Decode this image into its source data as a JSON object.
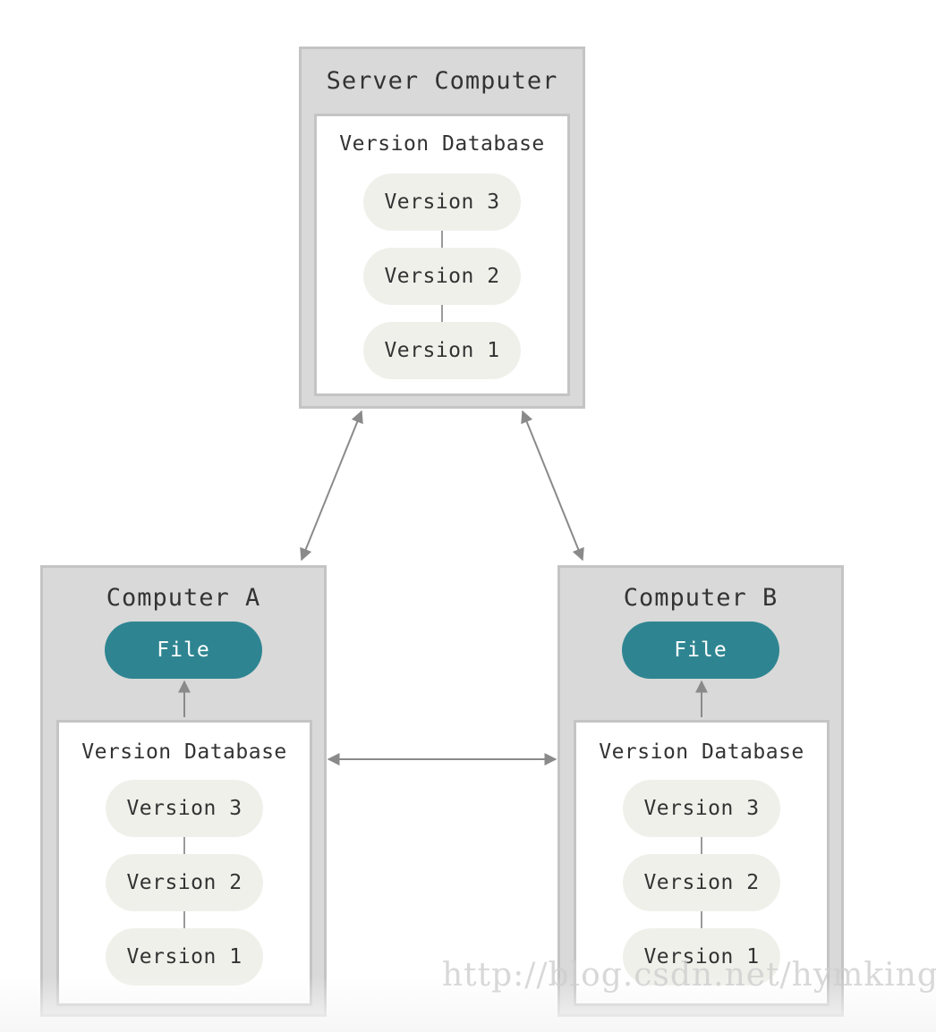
{
  "server": {
    "title": "Server Computer",
    "database_label": "Version Database",
    "versions": [
      "Version 3",
      "Version 2",
      "Version 1"
    ]
  },
  "computer_a": {
    "title": "Computer A",
    "file_label": "File",
    "database_label": "Version Database",
    "versions": [
      "Version 3",
      "Version 2",
      "Version 1"
    ]
  },
  "computer_b": {
    "title": "Computer B",
    "file_label": "File",
    "database_label": "Version Database",
    "versions": [
      "Version 3",
      "Version 2",
      "Version 1"
    ]
  },
  "watermark": "http://blog.csdn.net/hymking",
  "colors": {
    "outer_fill": "#d9d9d9",
    "border": "#c4c4c4",
    "version_pill": "#f0f0eb",
    "file_pill": "#2e8591",
    "arrow": "#8a8a8a"
  }
}
